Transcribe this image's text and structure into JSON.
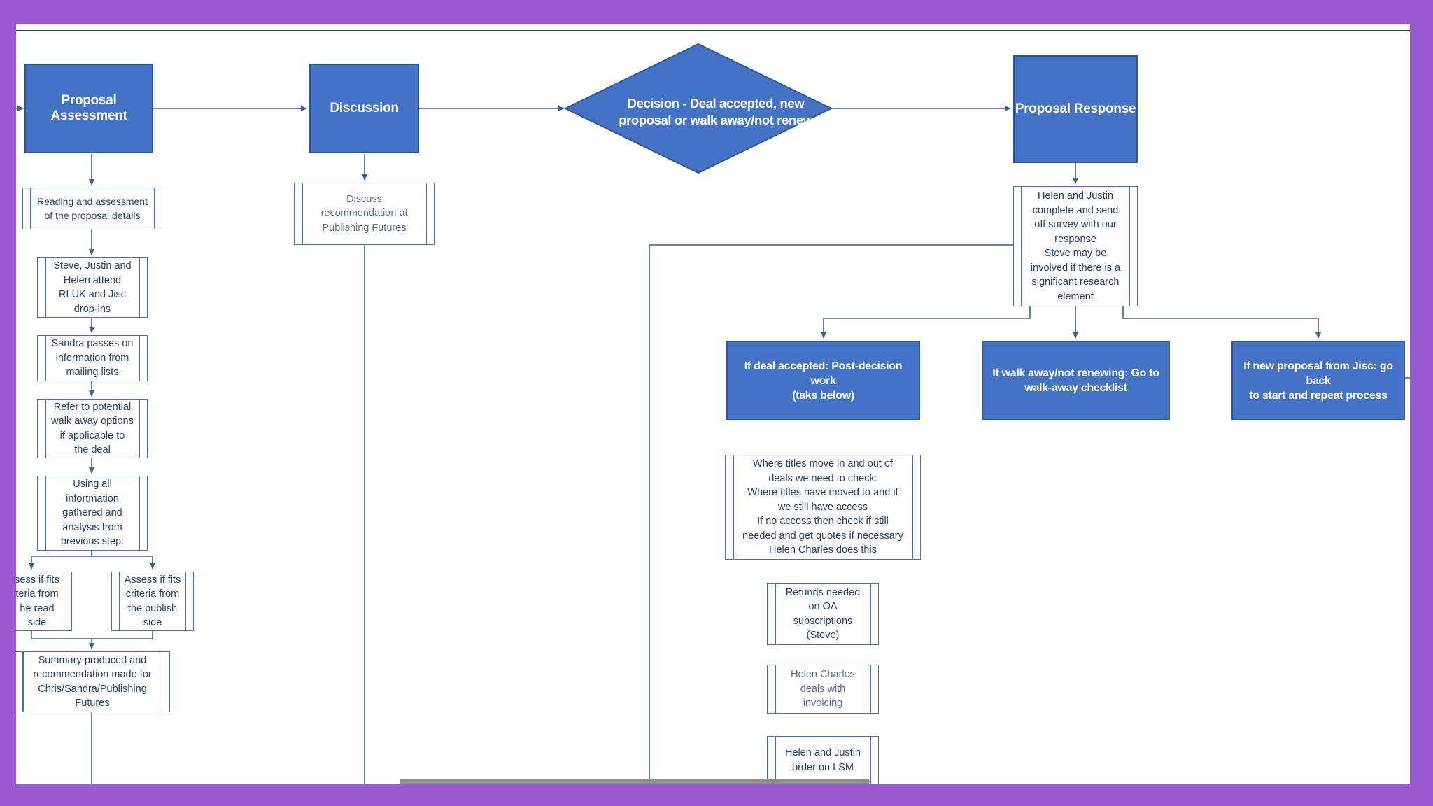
{
  "diagram": {
    "header_nodes": {
      "proposal_assessment": "Proposal Assessment",
      "discussion": "Discussion",
      "decision": "Decision - Deal accepted, new\nproposal or walk away/not renew",
      "proposal_response": "Proposal Response"
    },
    "assessment_steps": {
      "reading": "Reading and assessment\nof the proposal details",
      "attend": "Steve, Justin and\nHelen attend\nRLUK and Jisc\ndrop-ins",
      "sandra": "Sandra passes on\ninformation from\nmailing lists",
      "walk_away": "Refer to potential\nwalk away options\nif applicable to\nthe deal",
      "using_all": "Using all\ninfortmation\ngathered and\nanalysis from\nprevious step:",
      "read_side": "sess if fits\nteria from\nhe read\nside",
      "publish_side": "Assess if fits\ncriteria from\nthe publish\nside",
      "summary": "Summary produced and\nrecommendation made for\nChris/Sandra/Publishing\nFutures"
    },
    "discussion_step": "Discuss\nrecommendation at\nPublishing Futures",
    "response_step": "Helen and Justin\ncomplete and send\noff survey with our\nresponse\nSteve may be\ninvolved if there is a\nsignificant research\nelement",
    "outcomes": {
      "accepted": "If deal accepted: Post-decision work\n(taks below)",
      "walk_away": "If walk away/not renewing: Go to\nwalk-away checklist",
      "new_proposal": "If new proposal from Jisc: go back\nto start and repeat process"
    },
    "post_decision_tasks": {
      "titles": "Where titles move in and out of\ndeals we need to check:\nWhere titles have moved to and if\nwe still have access\nIf no access then check if still\nneeded and get quotes if necessary\nHelen Charles does this",
      "refunds": "Refunds needed\non OA\nsubscriptions\n(Steve)",
      "invoicing": "Helen Charles\ndeals with\ninvoicing",
      "order": "Helen and Justin\norder on LSM"
    },
    "colors": {
      "node_fill": "#4472c4",
      "node_border": "#2f5597",
      "connector": "#3b5f96",
      "frame": "#9b59cf"
    }
  }
}
